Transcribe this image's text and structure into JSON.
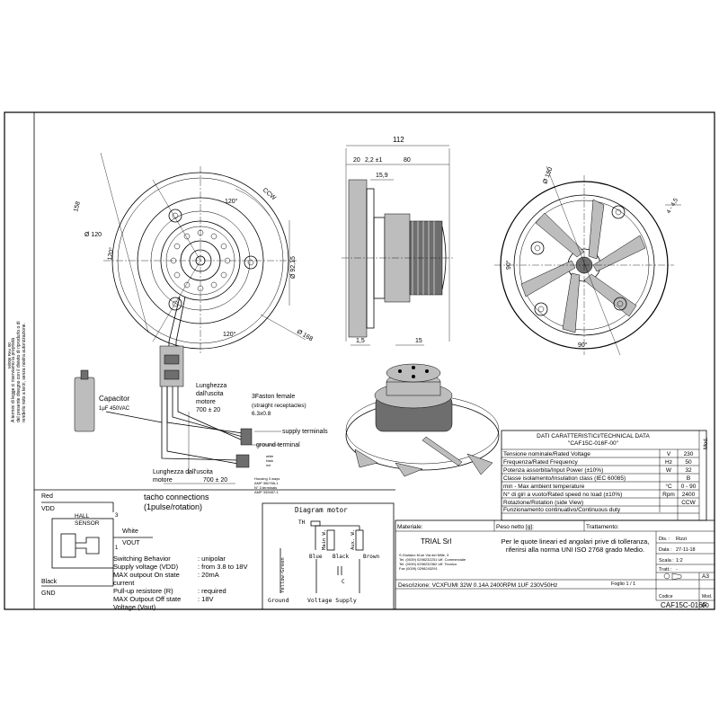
{
  "drawing": {
    "views": {
      "front": {
        "dim_158": "158",
        "dim_120": "Ø 120",
        "angle_120": "120°",
        "angle_120b": "120°",
        "angle_120c": "120°",
        "dim_92": "Ø 92,15",
        "dim_168": "Ø 168",
        "ccw": "CCW"
      },
      "side": {
        "dim_112": "112",
        "dim_20": "20",
        "dim_22": "2,2 ±1",
        "dim_80": "80",
        "dim_15_9": "15,9",
        "dim_1_5": "1,5",
        "dim_15": "15"
      },
      "back": {
        "dim_150": "Ø 150",
        "dim_4_5": "4 - 4,5",
        "angle_90": "90°",
        "angle_90b": "90°"
      }
    },
    "capacitor": {
      "title": "Capacitor",
      "spec": "1µF 450VAC"
    },
    "cable_lengths": {
      "upper_label_1": "Lunghezza",
      "upper_label_2": "dall'uscita",
      "upper_label_3": "motore",
      "upper_value": "700 ± 20",
      "lower_label_1": "Lunghezza dall'uscita",
      "lower_label_2": "motore",
      "lower_value": "700 ± 20"
    },
    "connectors": {
      "faston_1": "3Faston female",
      "faston_2": "(straight receptacles)",
      "faston_3": "6.3x0.8",
      "supply": "supply terminals",
      "ground": "ground terminal",
      "wires": [
        "white",
        "black",
        "red"
      ],
      "housing": [
        "Housing 3 ways",
        "AMP 350766-1",
        "N° 3 terminals",
        "AMP 332687-1"
      ]
    },
    "side_text": [
      "A termini di legge ci riserviamo la proprietà",
      "del presente disegno con il divieto di riprodurlo o di",
      "renderlo noto a terzi, senza nostra autorizzazione."
    ],
    "side_code": "M/006 Rev. 00"
  },
  "tacho": {
    "title_1": "tacho connections",
    "title_2": "(1pulse/rotation)",
    "red": "Red",
    "vdd": "VDD",
    "hall_1": "HALL",
    "hall_2": "SENSOR",
    "white": "White",
    "vout": "VOUT",
    "black": "Black",
    "gnd": "GND",
    "pin_3": "3",
    "pin_1": "1",
    "specs": [
      {
        "label": "Switching Behavior",
        "value": ": unipolar"
      },
      {
        "label": "Supply voltage (VDD)",
        "value": ": from 3.8 to 18V"
      },
      {
        "label": "MAX outpout On state",
        "value": ": 20mA"
      },
      {
        "label": "current",
        "value": ""
      },
      {
        "label": "Pull-up resistore (R)",
        "value": ": required"
      },
      {
        "label": "MAX Outpout Off state",
        "value": ": 18V"
      },
      {
        "label": "Voltage (Vout)",
        "value": ""
      }
    ]
  },
  "motor_diagram": {
    "title": "Diagram motor",
    "th": "TH",
    "main": "Main W.",
    "aux": "Aux. W.",
    "blue": "Blue",
    "black": "Black",
    "brown": "Brown",
    "c": "C",
    "yellow_green": "Yellow-Green",
    "ground": "Ground",
    "voltage_supply": "Voltage Supply"
  },
  "tech_data": {
    "header_1": "DATI CARATTERISTICI/TECHNICAL DATA",
    "header_2": "\"CAF15C-016F-00\"",
    "mod": "Mod.",
    "rows": [
      {
        "label": "Tensione  nominale/Rated Voltage",
        "unit": "V",
        "value": "230"
      },
      {
        "label": "Frequenza/Rated Frequency",
        "unit": "Hz",
        "value": "50"
      },
      {
        "label": "Potenza assorbita/Input Power (±10%)",
        "unit": "W",
        "value": "32"
      },
      {
        "label": "Classe isolamento/Insulation class (IEC 60085)",
        "unit": "",
        "value": "B"
      },
      {
        "label": "min - Max ambient temperature",
        "unit": "°C",
        "value": "0 - 90"
      },
      {
        "label": "N° di giri a vuoto/Rated speed no load (±10%)",
        "unit": "Rpm",
        "value": "2400"
      },
      {
        "label": "Rotazione/Rotation (side View)",
        "unit": "",
        "value": "CCW"
      },
      {
        "label": "Funzionamento continuativo/Continuous duty",
        "unit": "",
        "value": ""
      }
    ]
  },
  "title_block": {
    "materiale": "Materiale:",
    "peso": "Peso netto [g]:",
    "trattamento": "Trattamento:",
    "company": "TRIAL Srl",
    "address": [
      "S.Giuliano M.se Via del Mille, 3",
      "Tel. (0039) 0298232231 Uff. Commerciale",
      "Tel. (0039) 0298232362 Uff. Tecnico",
      "Fax (0039) 0298243291"
    ],
    "tolerance": "Per le quote lineari ed angolari prive di tolleranza, riferirsi alla norma UNI ISO 2768 grado Medio.",
    "dis_label": "Dis. :",
    "dis_value": "Rizzi",
    "data_label": "Data :",
    "data_value": "27-11-18",
    "scala_label": "Scala :",
    "scala_value": "1:2",
    "tratt_label": "Tratt.:",
    "tratt_value": "-",
    "format": "A3",
    "foglio": "Foglio 1 / 1",
    "descrizione": "Descrizione: VCXFUMI 32W 0.14A 2400RPM 1UF 230V50Hz",
    "codice_label": "Codice",
    "mod_label": "Mod.",
    "codice_value": "CAF15C-016F",
    "mod_value": "00"
  }
}
